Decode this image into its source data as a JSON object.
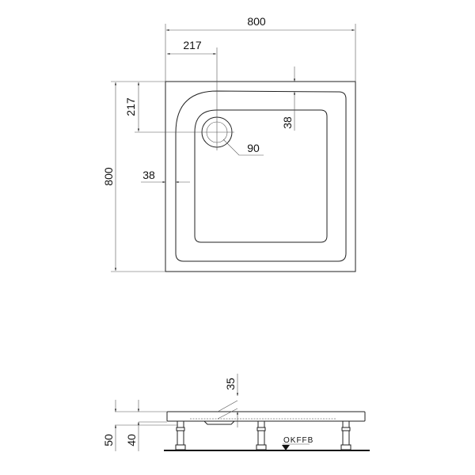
{
  "plan_view": {
    "width": "800",
    "depth": "800",
    "drain_offset_x": "217",
    "drain_offset_y": "217",
    "rim_width_side": "38",
    "rim_width_top": "38",
    "drain_diameter": "90"
  },
  "side_view": {
    "total_height": "50",
    "tray_height": "40",
    "depth_label": "35",
    "floor_label": "OKFFB"
  }
}
